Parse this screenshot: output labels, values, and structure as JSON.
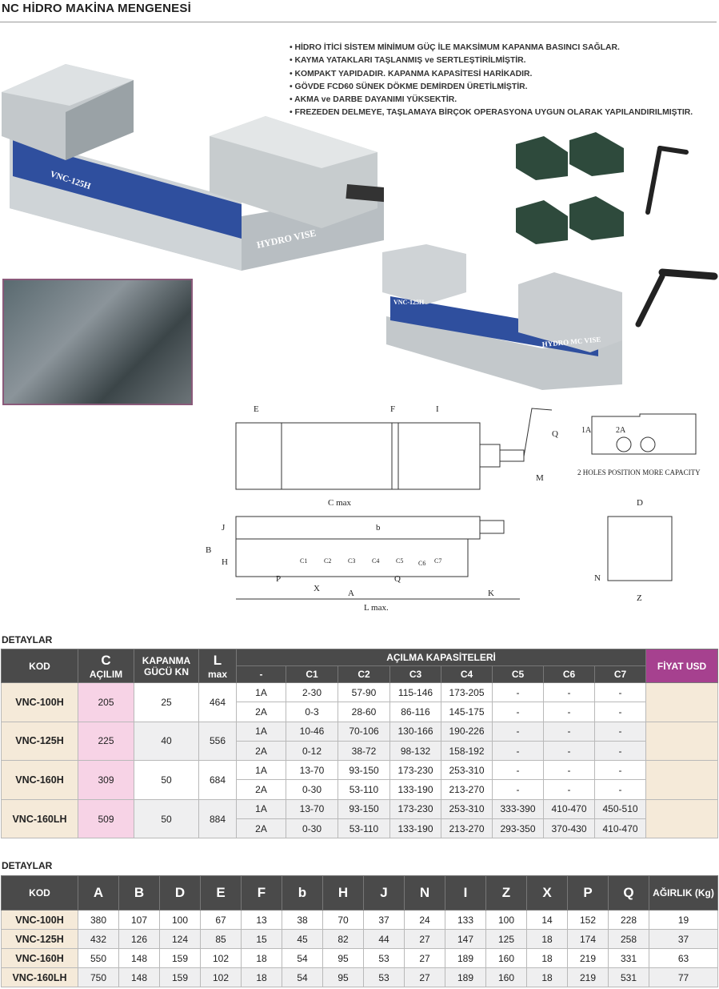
{
  "title": "NC HİDRO MAKİNA MENGENESİ",
  "features": [
    "HİDRO İTİCİ SİSTEM MİNİMUM GÜÇ İLE MAKSİMUM KAPANMA BASINCI SAĞLAR.",
    "KAYMA YATAKLARI TAŞLANMIŞ ve SERTLEŞTİRİLMİŞTİR.",
    "KOMPAKT YAPIDADIR. KAPANMA KAPASİTESİ HARİKADIR.",
    "GÖVDE FCD60 SÜNEK DÖKME DEMİRDEN ÜRETİLMİŞTİR.",
    "AKMA ve DARBE DAYANIMI YÜKSEKTİR.",
    "FREZEDEN DELMEYE, TAŞLAMAYA BİRÇOK OPERASYONA UYGUN OLARAK YAPILANDIRILMIŞTIR."
  ],
  "photo_labels": {
    "model": "VNC-125H",
    "brand1": "HYDRO VISE",
    "brand2": "HYDRO MC VISE"
  },
  "diagram": {
    "top_labels": [
      "E",
      "F",
      "I",
      "Q",
      "M"
    ],
    "side_labels": [
      "C max",
      "J",
      "b",
      "B",
      "H",
      "P",
      "Q",
      "X",
      "A",
      "L max.",
      "K"
    ],
    "c_labels": [
      "C1",
      "C2",
      "C3",
      "C4",
      "C5",
      "C6",
      "C7"
    ],
    "end_labels": [
      "D",
      "N",
      "Z"
    ],
    "holes": [
      "1A",
      "2A"
    ],
    "holes_caption": "2 HOLES POSITION MORE CAPACITY"
  },
  "table1": {
    "section": "DETAYLAR",
    "headers": {
      "kod": "KOD",
      "c": "C",
      "c_sub": "AÇILIM",
      "force1": "KAPANMA",
      "force2": "GÜCÜ KN",
      "l": "L",
      "l_sub": "max",
      "group": "AÇILMA KAPASİTELERİ",
      "price": "FİYAT USD"
    },
    "sub_headers": [
      "-",
      "C1",
      "C2",
      "C3",
      "C4",
      "C5",
      "C6",
      "C7"
    ],
    "rows": [
      {
        "kod": "VNC-100H",
        "c": "205",
        "force": "25",
        "l": "464",
        "sub": [
          [
            "1A",
            "2-30",
            "57-90",
            "115-146",
            "173-205",
            "-",
            "-",
            "-"
          ],
          [
            "2A",
            "0-3",
            "28-60",
            "86-116",
            "145-175",
            "-",
            "-",
            "-"
          ]
        ]
      },
      {
        "kod": "VNC-125H",
        "c": "225",
        "force": "40",
        "l": "556",
        "sub": [
          [
            "1A",
            "10-46",
            "70-106",
            "130-166",
            "190-226",
            "-",
            "-",
            "-"
          ],
          [
            "2A",
            "0-12",
            "38-72",
            "98-132",
            "158-192",
            "-",
            "-",
            "-"
          ]
        ]
      },
      {
        "kod": "VNC-160H",
        "c": "309",
        "force": "50",
        "l": "684",
        "sub": [
          [
            "1A",
            "13-70",
            "93-150",
            "173-230",
            "253-310",
            "-",
            "-",
            "-"
          ],
          [
            "2A",
            "0-30",
            "53-110",
            "133-190",
            "213-270",
            "-",
            "-",
            "-"
          ]
        ]
      },
      {
        "kod": "VNC-160LH",
        "c": "509",
        "force": "50",
        "l": "884",
        "sub": [
          [
            "1A",
            "13-70",
            "93-150",
            "173-230",
            "253-310",
            "333-390",
            "410-470",
            "450-510"
          ],
          [
            "2A",
            "0-30",
            "53-110",
            "133-190",
            "213-270",
            "293-350",
            "370-430",
            "410-470"
          ]
        ]
      }
    ]
  },
  "table2": {
    "section": "DETAYLAR",
    "headers": [
      "KOD",
      "A",
      "B",
      "D",
      "E",
      "F",
      "b",
      "H",
      "J",
      "N",
      "I",
      "Z",
      "X",
      "P",
      "Q",
      "AĞIRLIK (Kg)"
    ],
    "rows": [
      [
        "VNC-100H",
        "380",
        "107",
        "100",
        "67",
        "13",
        "38",
        "70",
        "37",
        "24",
        "133",
        "100",
        "14",
        "152",
        "228",
        "19"
      ],
      [
        "VNC-125H",
        "432",
        "126",
        "124",
        "85",
        "15",
        "45",
        "82",
        "44",
        "27",
        "147",
        "125",
        "18",
        "174",
        "258",
        "37"
      ],
      [
        "VNC-160H",
        "550",
        "148",
        "159",
        "102",
        "18",
        "54",
        "95",
        "53",
        "27",
        "189",
        "160",
        "18",
        "219",
        "331",
        "63"
      ],
      [
        "VNC-160LH",
        "750",
        "148",
        "159",
        "102",
        "18",
        "54",
        "95",
        "53",
        "27",
        "189",
        "160",
        "18",
        "219",
        "531",
        "77"
      ]
    ]
  }
}
